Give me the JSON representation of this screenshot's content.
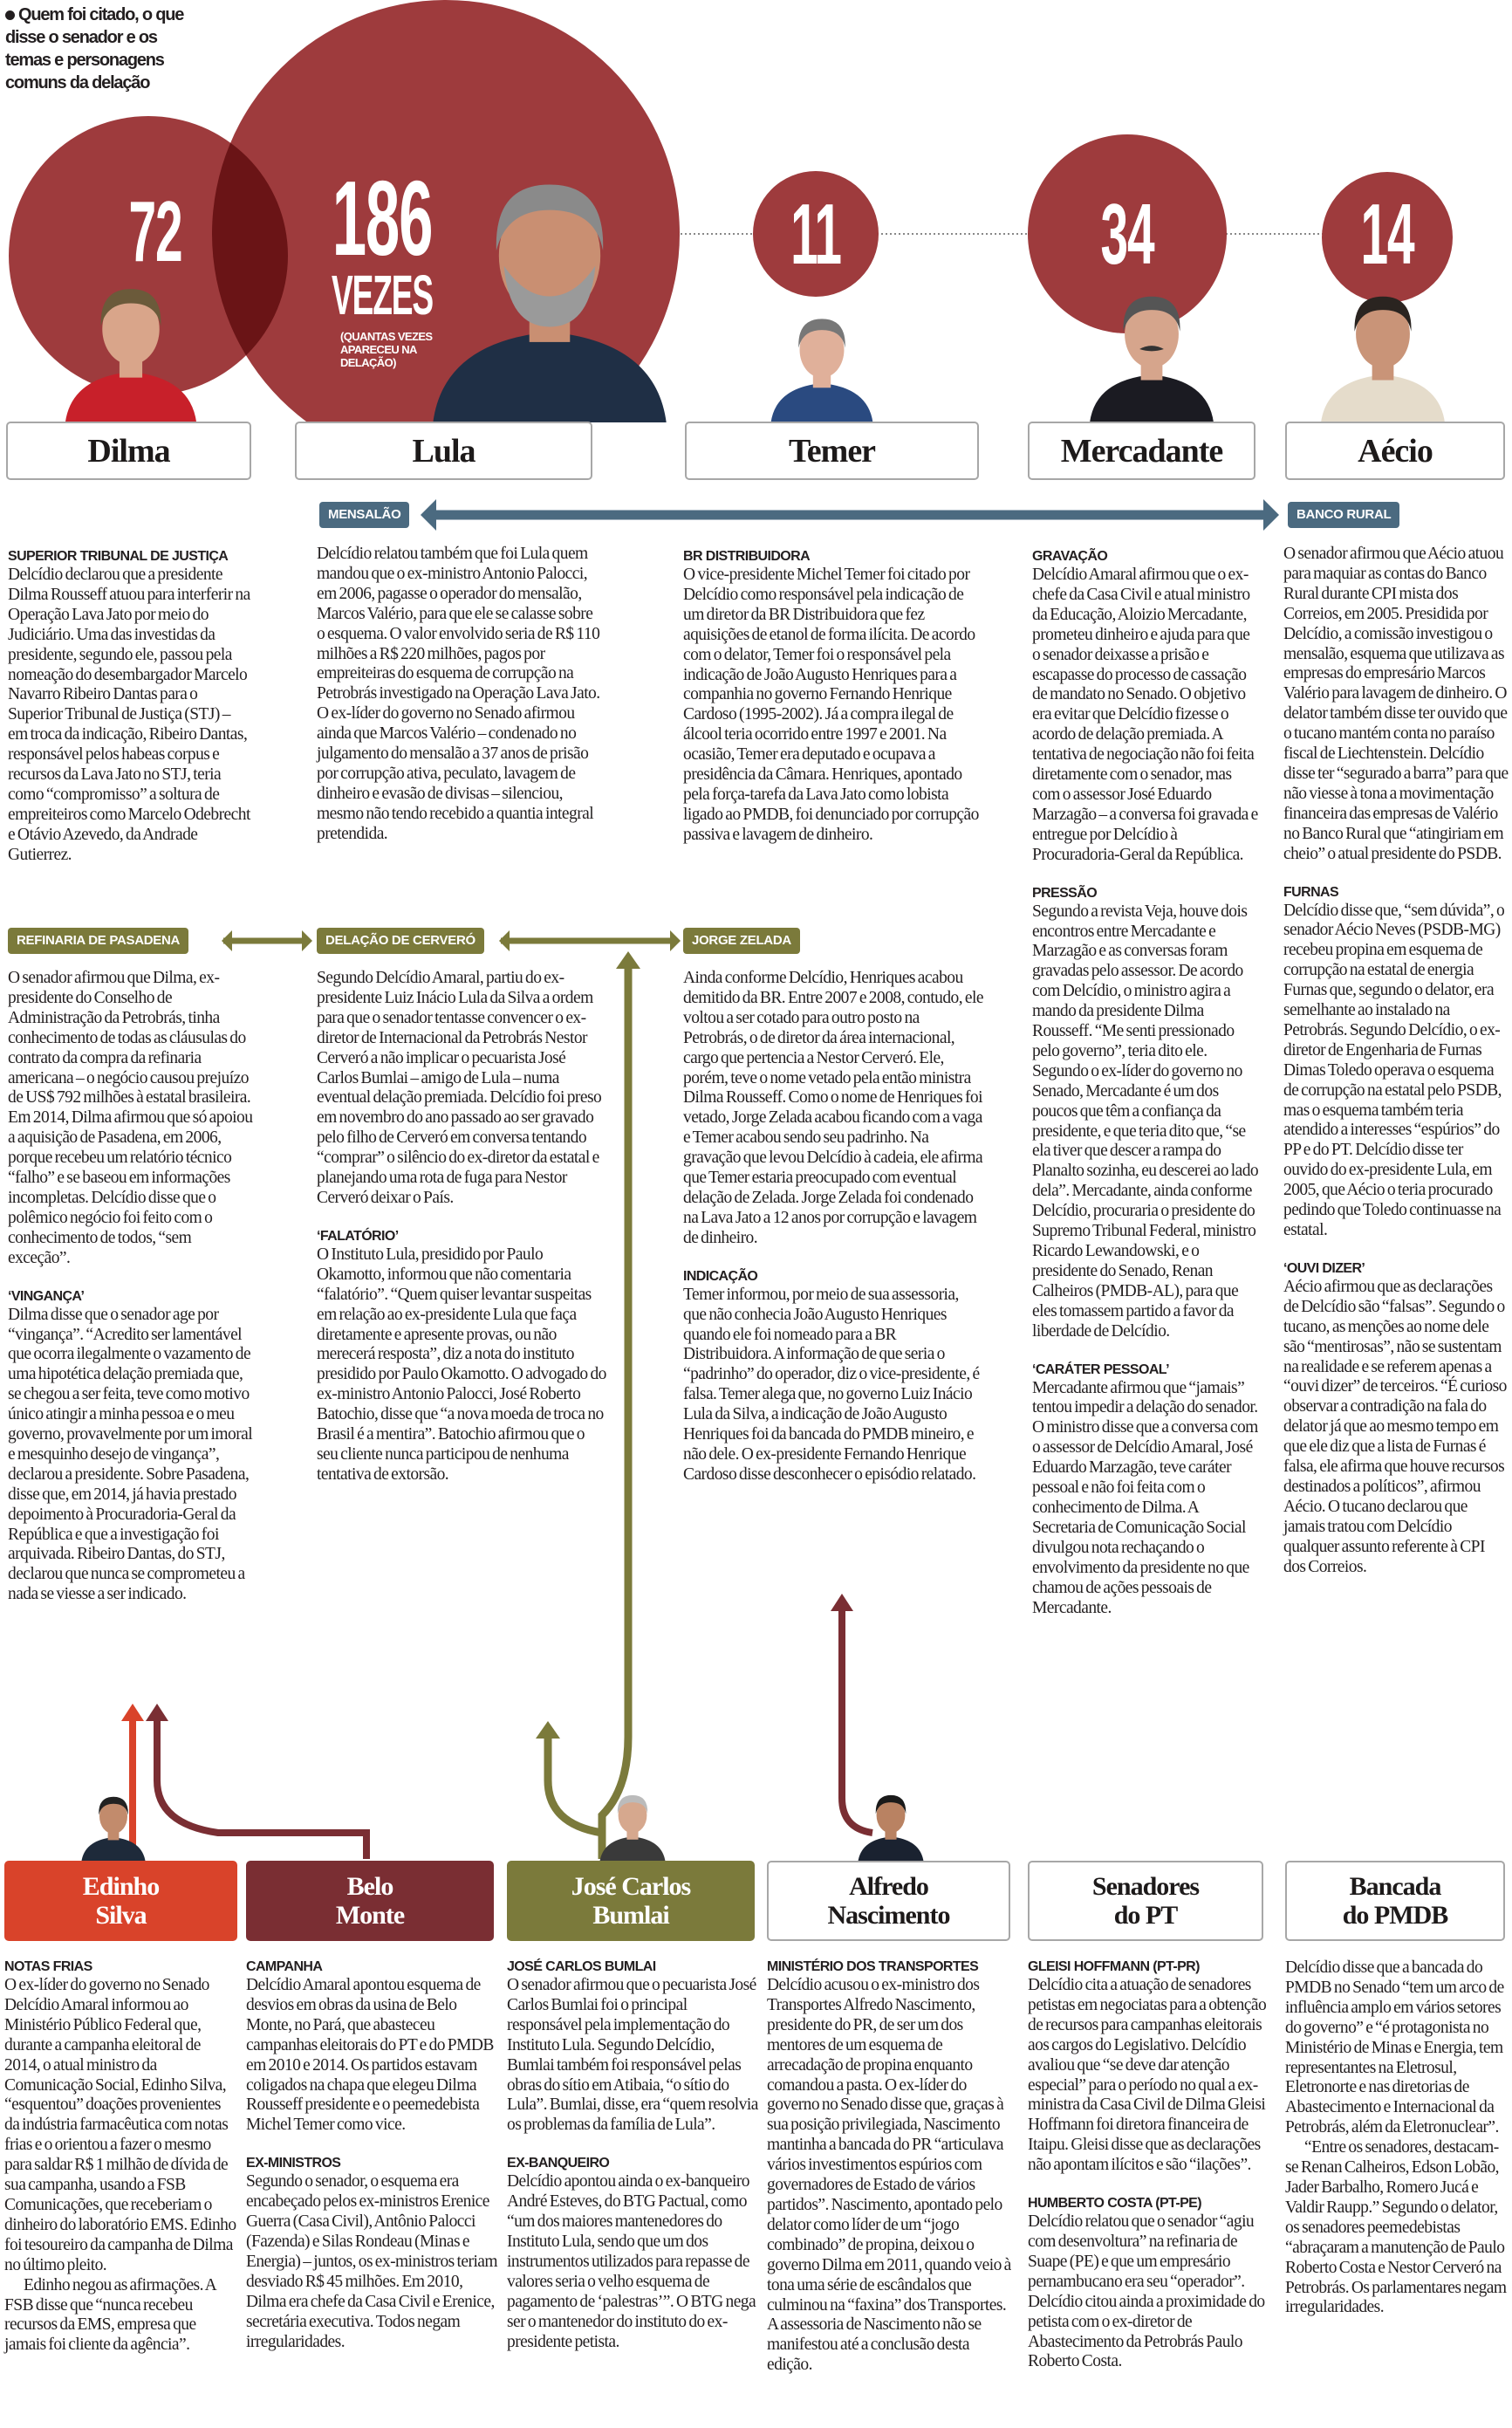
{
  "intro": "Quem foi citado, o que disse o senador e os temas e personagens comuns da delação",
  "people": {
    "dilma": {
      "name": "Dilma",
      "count": "72"
    },
    "lula": {
      "name": "Lula",
      "count": "186",
      "count_unit": "VEZES",
      "count_note": "(QUANTAS VEZES APARECEU NA DELAÇÃO)"
    },
    "temer": {
      "name": "Temer",
      "count": "11"
    },
    "mercadante": {
      "name": "Mercadante",
      "count": "34"
    },
    "aecio": {
      "name": "Aécio",
      "count": "14"
    }
  },
  "topics": {
    "mensalao": "MENSALÃO",
    "banco_rural": "BANCO RURAL",
    "pasadena": "REFINARIA DE PASADENA",
    "cervero": "DELAÇÃO DE CERVERÓ",
    "zelada": "JORGE ZELADA"
  },
  "top": {
    "dilma": [
      {
        "heading": "SUPERIOR TRIBUNAL DE JUSTIÇA",
        "text": "Delcídio declarou que a presidente Dilma Rousseff atuou para interferir na Operação Lava Jato por meio do Judiciário. Uma das investidas da presidente, segundo ele, passou pela nomeação do desembargador Marcelo Navarro Ribeiro Dantas para o Superior Tribunal de Justiça (STJ) – em troca da indicação, Ribeiro Dantas, responsável pelos habeas corpus e recursos da Lava Jato no STJ, teria como “compromisso” a soltura de empreiteiros como Marcelo Odebrecht e Otávio Azevedo, da Andrade Gutierrez."
      }
    ],
    "lula": [
      {
        "text": "Delcídio relatou também que foi Lula quem mandou que o ex-ministro Antonio Palocci, em 2006, pagasse o operador do mensalão, Marcos Valério, para que ele se calasse sobre o esquema. O valor envolvido seria de R$ 110 milhões a R$ 220 milhões, pagos por empreiteiras do esquema de corrupção na Petrobrás investigado na Operação Lava Jato. O ex-líder do governo no Senado afirmou ainda que Marcos Valério – condenado no julgamento do mensalão a 37 anos de prisão por corrupção ativa, peculato, lavagem de dinheiro e evasão de divisas – silenciou, mesmo não tendo recebido a quantia integral pretendida."
      }
    ],
    "temer": [
      {
        "heading": "BR DISTRIBUIDORA",
        "text": "O vice-presidente Michel Temer foi citado por Delcídio como responsável pela indicação de um diretor da BR Distribuidora que fez aquisições de etanol de forma ilícita. De acordo com o delator, Temer foi o responsável pela indicação de João Augusto Henriques para a companhia no governo Fernando Henrique Cardoso (1995-2002). Já a compra ilegal de álcool teria ocorrido entre 1997 e 2001. Na ocasião, Temer era deputado e ocupava a presidência da Câmara. Henriques, apontado pela força-tarefa da Lava Jato como lobista ligado ao PMDB, foi denunciado por corrupção passiva e lavagem de dinheiro."
      }
    ],
    "mercadante": [
      {
        "heading": "GRAVAÇÃO",
        "text": "Delcídio Amaral afirmou que o ex-chefe da Casa Civil e atual ministro da Educação, Aloizio Mercadante, prometeu dinheiro e ajuda para que o senador deixasse a prisão e escapasse do processo de cassação de mandato no Senado. O objetivo era evitar que Delcídio fizesse o acordo de delação premiada. A tentativa de negociação não foi feita diretamente com o senador, mas com o assessor José Eduardo Marzagão – a conversa foi gravada e entregue por Delcídio à Procuradoria-Geral da República."
      },
      {
        "heading": "PRESSÃO",
        "text": "Segundo a revista Veja, houve dois encontros entre Mercadante e Marzagão e as conversas foram gravadas pelo assessor. De acordo com Delcídio, o ministro agira a mando da presidente Dilma Rousseff. “Me senti pressionado pelo governo”, teria dito ele. Segundo o ex-líder do governo no Senado, Mercadante é um dos poucos que têm a confiança da presidente, e que teria dito que, “se ela tiver que descer a rampa do Planalto sozinha, eu descerei ao lado dela”. Mercadante, ainda conforme Delcídio, procuraria o presidente do Supremo Tribunal Federal, ministro Ricardo Lewandowski, e o presidente do Senado, Renan Calheiros (PMDB-AL), para que eles tomassem partido a favor da liberdade de Delcídio."
      },
      {
        "heading": "‘CARÁTER PESSOAL’",
        "text": "Mercadante afirmou que “jamais” tentou impedir a delação do senador. O ministro disse que a conversa com o assessor de Delcídio Amaral, José Eduardo Marzagão, teve caráter pessoal e não foi feita com o conhecimento de Dilma. A Secretaria de Comunicação Social divulgou nota rechaçando o envolvimento da presidente no que chamou de ações pessoais de Mercadante."
      }
    ],
    "aecio": [
      {
        "text": "O senador afirmou que Aécio atuou para maquiar as contas do Banco Rural durante CPI mista dos Correios, em 2005. Presidida por Delcídio, a comissão investigou o mensalão, esquema que utilizava as empresas do empresário Marcos Valério para lavagem de dinheiro. O delator também disse ter ouvido que o tucano mantém conta no paraíso fiscal de Liechtenstein. Delcídio disse ter “segurado a barra” para que não viesse à tona a movimentação financeira das empresas de Valério no Banco Rural que “atingiriam em cheio” o atual presidente do PSDB."
      },
      {
        "heading": "FURNAS",
        "text": "Delcídio disse que, “sem dúvida”, o senador Aécio Neves (PSDB-MG) recebeu propina em esquema de corrupção na estatal de energia Furnas que, segundo o delator, era semelhante ao instalado na Petrobrás. Segundo Delcídio, o ex-diretor de Engenharia de Furnas Dimas Toledo operava o esquema de corrupção na estatal pelo PSDB, mas o esquema também teria atendido a interesses “espúrios” do PP e do PT. Delcídio disse ter ouvido do ex-presidente Lula, em 2005, que Aécio o teria procurado pedindo que Toledo continuasse na estatal."
      },
      {
        "heading": "‘OUVI DIZER’",
        "text": "Aécio afirmou que as declarações de Delcídio são “falsas”. Segundo o tucano, as menções ao nome dele são “mentirosas”, não se sustentam na realidade e se referem apenas a “ouvi dizer” de terceiros. “É curioso observar a contradição na fala do delator já que ao mesmo tempo em que ele diz que a lista de Furnas é falsa, ele afirma que houve recursos destinados a políticos”, afirmou Aécio. O tucano declarou que jamais tratou com Delcídio qualquer assunto referente à CPI dos Correios."
      }
    ]
  },
  "middle": {
    "dilma": [
      {
        "text": "O senador afirmou que Dilma, ex-presidente do Conselho de Administração da Petrobrás, tinha conhecimento de todas as cláusulas do contrato da compra da refinaria americana – o negócio causou prejuízo de US$ 792 milhões à estatal brasileira. Em 2014, Dilma afirmou que só apoiou a aquisição de Pasadena, em 2006, porque recebeu um relatório técnico “falho” e se baseou em informações incompletas. Delcídio disse que o polêmico negócio foi feito com o conhecimento de todos, “sem exceção”."
      },
      {
        "heading": "‘VINGANÇA’",
        "text": "Dilma disse que o senador age por “vingança”. “Acredito ser lamentável que ocorra ilegalmente o vazamento de uma hipotética delação premiada que, se chegou a ser feita, teve como motivo único atingir a minha pessoa e o meu governo, provavelmente por um imoral e mesquinho desejo de vingança”, declarou a presidente. Sobre Pasadena, disse que, em 2014, já havia prestado depoimento à Procuradoria-Geral da República e que a investigação foi arquivada. Ribeiro Dantas, do STJ, declarou que nunca se comprometeu a nada se viesse a ser indicado."
      }
    ],
    "lula": [
      {
        "text": "Segundo Delcídio Amaral, partiu do ex-presidente Luiz Inácio Lula da Silva a ordem para que o senador tentasse convencer o ex-diretor de Internacional da Petrobrás Nestor Cerveró a não implicar o pecuarista José Carlos Bumlai – amigo de Lula – numa eventual delação premiada. Delcídio foi preso em novembro do ano passado ao ser gravado pelo filho de Cerveró em conversa tentando “comprar” o silêncio do ex-diretor da estatal e planejando uma rota de fuga para Nestor Cerveró deixar o País."
      },
      {
        "heading": "‘FALATÓRIO’",
        "text": "O Instituto Lula, presidido por Paulo Okamotto, informou que não comentaria “falatório”. “Quem quiser levantar suspeitas em relação ao ex-presidente Lula que faça diretamente e apresente provas, ou não merecerá resposta”, diz a nota do instituto presidido por Paulo Okamotto. O advogado do ex-ministro Antonio Palocci, José Roberto Batochio, disse que “a nova moeda de troca no Brasil é a mentira”. Batochio afirmou que o seu cliente nunca participou de nenhuma tentativa de extorsão."
      }
    ],
    "temer": [
      {
        "text": "Ainda conforme Delcídio, Henriques acabou demitido da BR. Entre 2007 e 2008, contudo, ele voltou a ser cotado para outro posto na Petrobrás, o de diretor da área internacional, cargo que pertencia a Nestor Cerveró. Ele, porém, teve o nome vetado pela então ministra Dilma Rousseff. Como o nome de Henriques foi vetado, Jorge Zelada acabou ficando com a vaga e Temer acabou sendo seu padrinho. Na gravação que levou Delcídio à cadeia, ele afirma que Temer estaria preocupado com eventual delação de Zelada. Jorge Zelada foi condenado na Lava Jato a 12 anos por corrupção e lavagem de dinheiro."
      },
      {
        "heading": "INDICAÇÃO",
        "text": "Temer informou, por meio de sua assessoria, que não conhecia João Augusto Henriques quando ele foi nomeado para a BR Distribuidora. A informação de que seria o “padrinho” do operador, diz o vice-presidente, é falsa. Temer alega que, no governo Luiz Inácio Lula da Silva, a indicação de João Augusto Henriques foi da bancada do PMDB mineiro, e não dele. O ex-presidente Fernando Henrique Cardoso disse desconhecer o episódio relatado."
      }
    ]
  },
  "bottom": {
    "edinho": {
      "name": "Edinho\nSilva",
      "sections": [
        {
          "heading": "NOTAS FRIAS",
          "text": "O ex-líder do governo no Senado Delcídio Amaral informou ao Ministério Público Federal que, durante a campanha eleitoral de 2014, o atual ministro da Comunicação Social, Edinho Silva, “esquentou” doações provenientes da indústria farmacêutica com notas frias e o orientou a fazer o mesmo para saldar R$ 1 milhão de dívida de sua campanha, usando a FSB Comunicações, que receberiam o dinheiro do laboratório EMS. Edinho foi tesoureiro da campanha de Dilma no último pleito.",
          "text2": "Edinho negou as afirmações. A FSB disse que “nunca recebeu recursos da EMS, empresa que jamais foi cliente da agência”."
        }
      ]
    },
    "belo_monte": {
      "name": "Belo\nMonte",
      "sections": [
        {
          "heading": "CAMPANHA",
          "text": "Delcídio Amaral apontou esquema de desvios em obras da usina de Belo Monte, no Pará, que abasteceu campanhas eleitorais do PT e do PMDB em 2010 e 2014. Os partidos estavam coligados na chapa que elegeu Dilma Rousseff presidente e o peemedebista Michel Temer como vice."
        },
        {
          "heading": "EX-MINISTROS",
          "text": "Segundo o senador, o esquema era encabeçado pelos ex-ministros Erenice Guerra (Casa Civil), Antônio Palocci (Fazenda) e Silas Rondeau (Minas e Energia) – juntos, os ex-ministros teriam desviado R$ 45 milhões. Em 2010, Dilma era chefe da Casa Civil e Erenice, secretária executiva. Todos negam irregularidades."
        }
      ]
    },
    "bumlai": {
      "name": "José Carlos\nBumlai",
      "sections": [
        {
          "heading": "JOSÉ CARLOS BUMLAI",
          "text": "O senador afirmou que o pecuarista José Carlos Bumlai foi o principal responsável pela implementação do Instituto Lula. Segundo Delcídio, Bumlai também foi responsável pelas obras do sítio em Atibaia, “o sítio do Lula”. Bumlai, disse, era “quem resolvia os problemas da família de Lula”."
        },
        {
          "heading": "EX-BANQUEIRO",
          "text": "Delcídio apontou ainda o ex-banqueiro André Esteves, do BTG Pactual, como “um dos maiores mantenedores do Instituto Lula, sendo que um dos instrumentos utilizados para repasse de valores seria o velho esquema de pagamento de ‘palestras’”. O BTG nega ser o mantenedor do instituto do ex-presidente petista."
        }
      ]
    },
    "alfredo": {
      "name": "Alfredo\nNascimento",
      "sections": [
        {
          "heading": "MINISTÉRIO DOS TRANSPORTES",
          "text": "Delcídio acusou o ex-ministro dos Transportes Alfredo Nascimento, presidente do PR, de ser um dos mentores de um esquema de arrecadação de propina enquanto comandou a pasta. O ex-líder do governo no Senado disse que, graças à sua posição privilegiada, Nascimento mantinha a bancada do PR “articulava vários investimentos espúrios com governadores de Estado de vários partidos”. Nascimento, apontado pelo delator como líder de um “jogo combinado” de propina, deixou o governo Dilma em 2011, quando veio à tona uma série de escândalos que culminou na “faxina” dos Transportes. A assessoria de Nascimento não se manifestou até a conclusão desta edição."
        }
      ]
    },
    "senadores": {
      "name": "Senadores\ndo PT",
      "sections": [
        {
          "heading": "GLEISI HOFFMANN (PT-PR)",
          "text": "Delcídio cita a atuação de senadores petistas em negociatas para a obtenção de recursos para campanhas eleitorais aos cargos do Legislativo. Delcídio avaliou que “se deve dar atenção especial” para o período no qual a ex-ministra da Casa Civil de Dilma Gleisi Hoffmann foi diretora financeira de Itaipu. Gleisi disse que as declarações não apontam ilícitos e são “ilações”."
        },
        {
          "heading": "HUMBERTO COSTA (PT-PE)",
          "text": "Delcídio relatou que o senador “agiu com desenvoltura” na refinaria de Suape (PE) e que um empresário pernambucano era seu “operador”. Delcídio citou ainda a proximidade do petista com o ex-diretor de Abastecimento da Petrobrás Paulo Roberto Costa."
        }
      ]
    },
    "bancada": {
      "name": "Bancada\ndo PMDB",
      "sections": [
        {
          "text": "Delcídio disse que a bancada do PMDB no Senado “tem um arco de influência amplo em vários setores do governo” e “é protagonista no Ministério de Minas e Energia, tem representantes na Eletrosul, Eletronorte e nas diretorias de Abastecimento e Internacional da Petrobrás, além da Eletronuclear”.",
          "text2": "“Entre os senadores, destacam-se Renan Calheiros, Edson Lobão, Jader Barbalho, Romero Jucá e Valdir Raupp.” Segundo o delator, os senadores peemedebistas “abraçaram a manutenção de Paulo Roberto Costa e Nestor Cerveró na Petrobrás. Os parlamentares negam irregularidades."
        }
      ]
    }
  },
  "colors": {
    "circle": "#9e3b3d",
    "overlap": "#6a1416",
    "blue": "#4b6a80",
    "green": "#7b7a3b",
    "red": "#d9432a",
    "wine": "#7a2e33"
  }
}
